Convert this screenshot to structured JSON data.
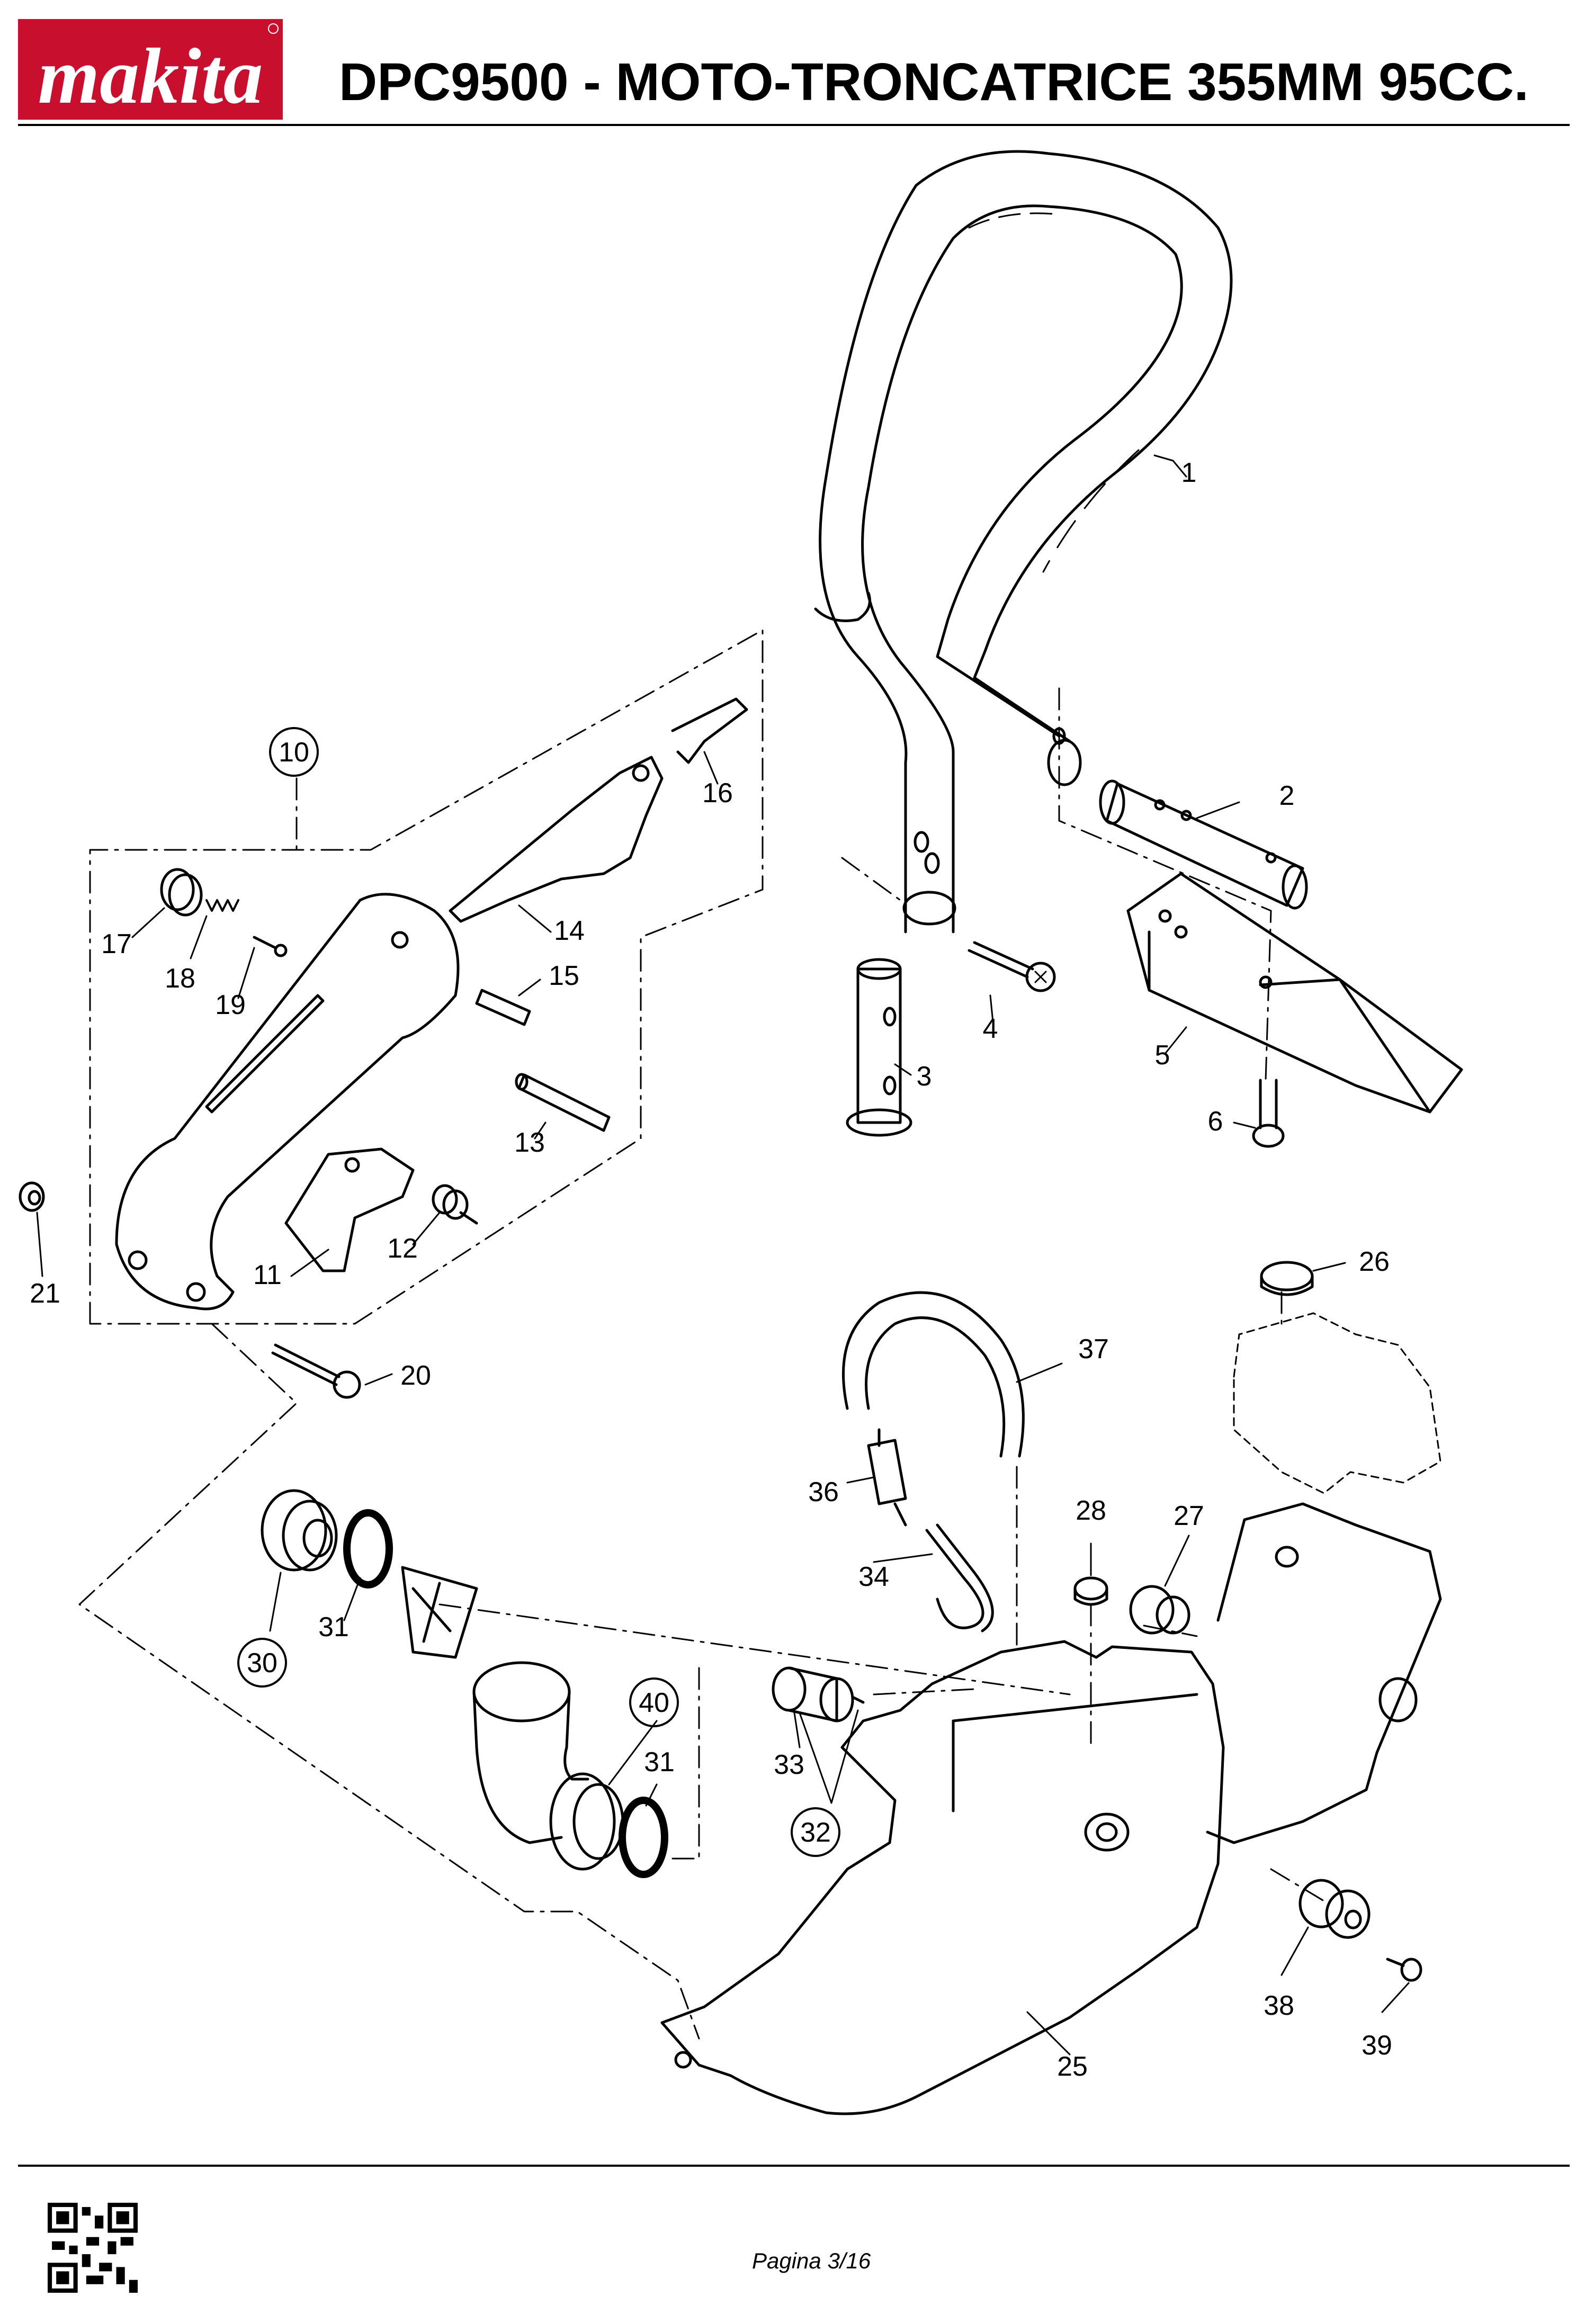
{
  "brand": {
    "logo_text": "makita",
    "color": "#c8102e"
  },
  "header": {
    "title": "DPC9500 - MOTO-TRONCATRICE 355MM 95CC."
  },
  "diagram": {
    "labels": [
      {
        "id": "1",
        "text": "1",
        "circled": false
      },
      {
        "id": "2",
        "text": "2",
        "circled": false
      },
      {
        "id": "3",
        "text": "3",
        "circled": false
      },
      {
        "id": "4",
        "text": "4",
        "circled": false
      },
      {
        "id": "5",
        "text": "5",
        "circled": false
      },
      {
        "id": "6",
        "text": "6",
        "circled": false
      },
      {
        "id": "10",
        "text": "10",
        "circled": true
      },
      {
        "id": "11",
        "text": "11",
        "circled": false
      },
      {
        "id": "12",
        "text": "12",
        "circled": false
      },
      {
        "id": "13",
        "text": "13",
        "circled": false
      },
      {
        "id": "14",
        "text": "14",
        "circled": false
      },
      {
        "id": "15",
        "text": "15",
        "circled": false
      },
      {
        "id": "16",
        "text": "16",
        "circled": false
      },
      {
        "id": "17",
        "text": "17",
        "circled": false
      },
      {
        "id": "18",
        "text": "18",
        "circled": false
      },
      {
        "id": "19",
        "text": "19",
        "circled": false
      },
      {
        "id": "20",
        "text": "20",
        "circled": false
      },
      {
        "id": "21",
        "text": "21",
        "circled": false
      },
      {
        "id": "25",
        "text": "25",
        "circled": false
      },
      {
        "id": "26",
        "text": "26",
        "circled": false
      },
      {
        "id": "27",
        "text": "27",
        "circled": false
      },
      {
        "id": "28",
        "text": "28",
        "circled": false
      },
      {
        "id": "30",
        "text": "30",
        "circled": true
      },
      {
        "id": "31a",
        "text": "31",
        "circled": false
      },
      {
        "id": "31b",
        "text": "31",
        "circled": false
      },
      {
        "id": "32",
        "text": "32",
        "circled": true
      },
      {
        "id": "33",
        "text": "33",
        "circled": false
      },
      {
        "id": "34",
        "text": "34",
        "circled": false
      },
      {
        "id": "36",
        "text": "36",
        "circled": false
      },
      {
        "id": "37",
        "text": "37",
        "circled": false
      },
      {
        "id": "38",
        "text": "38",
        "circled": false
      },
      {
        "id": "39",
        "text": "39",
        "circled": false
      },
      {
        "id": "40",
        "text": "40",
        "circled": true
      }
    ]
  },
  "footer": {
    "page": "Pagina 3/16",
    "qr_icon": "qr-code-icon"
  }
}
